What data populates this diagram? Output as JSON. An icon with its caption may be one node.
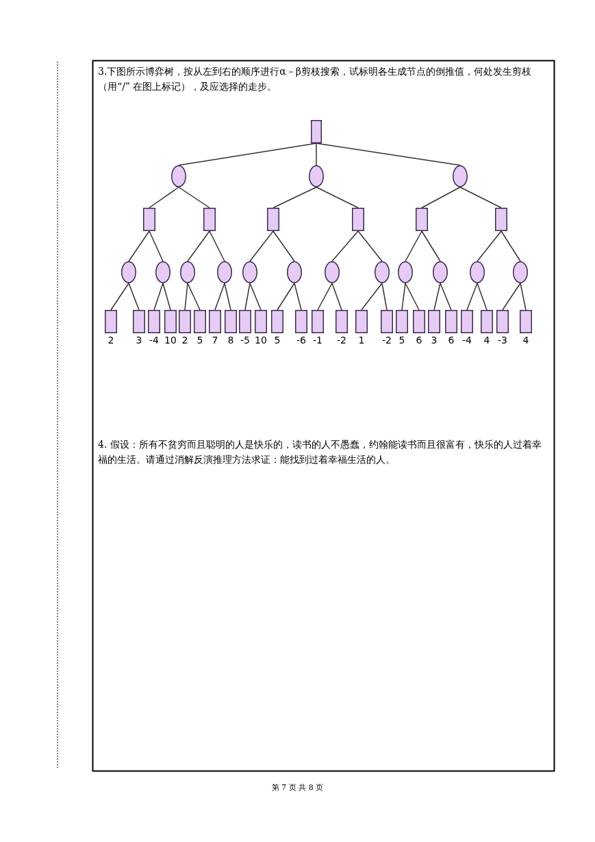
{
  "diagram": {
    "nodes": [
      {
        "text": [],
        "shape": "box"
      },
      {
        "text": [],
        "shape": "circle"
      },
      {
        "text": [],
        "shape": "circle"
      },
      {
        "text": [],
        "shape": "circle"
      },
      {
        "text": [],
        "shape": "box"
      },
      {
        "text": [],
        "shape": "box"
      },
      {
        "text": [],
        "shape": "box"
      },
      {
        "text": [],
        "shape": "box"
      },
      {
        "text": [],
        "shape": "box"
      },
      {
        "text": [],
        "shape": "box"
      },
      {
        "text": [],
        "shape": "circle"
      },
      {
        "text": [],
        "shape": "circle"
      },
      {
        "text": [],
        "shape": "circle"
      },
      {
        "text": [],
        "shape": "circle"
      },
      {
        "text": [],
        "shape": "circle"
      },
      {
        "text": [],
        "shape": "circle"
      },
      {
        "text": [],
        "shape": "circle"
      },
      {
        "text": [],
        "shape": "circle"
      },
      {
        "text": [],
        "shape": "circle"
      },
      {
        "text": [],
        "shape": "circle"
      },
      {
        "text": [],
        "shape": "circle"
      },
      {
        "text": [],
        "shape": "circle"
      },
      {
        "text": [],
        "shape": "box",
        "beside": [
          "2"
        ]
      },
      {
        "text": [],
        "shape": "box",
        "beside": [
          "3"
        ]
      },
      {
        "text": [],
        "shape": "box",
        "beside": [
          "-4"
        ]
      },
      {
        "text": [],
        "shape": "box",
        "beside": [
          "10"
        ]
      },
      {
        "text": [],
        "shape": "box",
        "beside": [
          "2"
        ]
      },
      {
        "text": [],
        "shape": "box",
        "beside": [
          "5"
        ]
      },
      {
        "text": [],
        "shape": "box",
        "beside": [
          "7"
        ]
      },
      {
        "text": [],
        "shape": "box",
        "beside": [
          "8"
        ]
      },
      {
        "text": [],
        "shape": "box",
        "beside": [
          "-5"
        ]
      },
      {
        "text": [],
        "shape": "box",
        "beside": [
          "10"
        ]
      },
      {
        "text": [],
        "shape": "box",
        "beside": [
          "5"
        ]
      },
      {
        "text": [],
        "shape": "box",
        "beside": [
          "-6"
        ]
      },
      {
        "text": [],
        "shape": "box",
        "beside": [
          "-1"
        ]
      },
      {
        "text": [],
        "shape": "box",
        "beside": [
          "-2"
        ]
      },
      {
        "text": [],
        "shape": "box",
        "beside": [
          "1"
        ]
      },
      {
        "text": [],
        "shape": "box",
        "beside": [
          "-2"
        ]
      },
      {
        "text": [],
        "shape": "box",
        "beside": [
          "5"
        ]
      },
      {
        "text": [],
        "shape": "box",
        "beside": [
          "6"
        ]
      },
      {
        "text": [],
        "shape": "box",
        "beside": [
          "3"
        ]
      },
      {
        "text": [],
        "shape": "box",
        "beside": [
          "6"
        ]
      },
      {
        "text": [],
        "shape": "box",
        "beside": [
          "-4"
        ]
      },
      {
        "text": [],
        "shape": "box",
        "beside": [
          "4"
        ]
      },
      {
        "text": [],
        "shape": "box",
        "beside": [
          "-3"
        ]
      },
      {
        "text": [],
        "shape": "box",
        "beside": [
          "4"
        ]
      }
    ],
    "edges": [
      {
        "from": 0,
        "to": 1,
        "arrow": "none"
      },
      {
        "from": 0,
        "to": 2,
        "arrow": "none"
      },
      {
        "from": 0,
        "to": 3,
        "arrow": "none"
      },
      {
        "from": 1,
        "to": 4,
        "arrow": "none"
      },
      {
        "from": 1,
        "to": 5,
        "arrow": "none"
      },
      {
        "from": 2,
        "to": 6,
        "arrow": "none"
      },
      {
        "from": 2,
        "to": 7,
        "arrow": "none"
      },
      {
        "from": 3,
        "to": 8,
        "arrow": "none"
      },
      {
        "from": 3,
        "to": 9,
        "arrow": "none"
      },
      {
        "from": 4,
        "to": 10,
        "arrow": "none"
      },
      {
        "from": 4,
        "to": 11,
        "arrow": "none"
      },
      {
        "from": 5,
        "to": 12,
        "arrow": "none"
      },
      {
        "from": 5,
        "to": 13,
        "arrow": "none"
      },
      {
        "from": 6,
        "to": 14,
        "arrow": "none"
      },
      {
        "from": 6,
        "to": 15,
        "arrow": "none"
      },
      {
        "from": 7,
        "to": 16,
        "arrow": "none"
      },
      {
        "from": 7,
        "to": 17,
        "arrow": "none"
      },
      {
        "from": 8,
        "to": 18,
        "arrow": "none"
      },
      {
        "from": 8,
        "to": 19,
        "arrow": "none"
      },
      {
        "from": 9,
        "to": 20,
        "arrow": "none"
      },
      {
        "from": 9,
        "to": 21,
        "arrow": "none"
      },
      {
        "from": 10,
        "to": 22,
        "arrow": "none"
      },
      {
        "from": 10,
        "to": 23,
        "arrow": "none"
      },
      {
        "from": 11,
        "to": 24,
        "arrow": "none"
      },
      {
        "from": 11,
        "to": 25,
        "arrow": "none"
      },
      {
        "from": 12,
        "to": 26,
        "arrow": "none"
      },
      {
        "from": 12,
        "to": 27,
        "arrow": "none"
      },
      {
        "from": 13,
        "to": 28,
        "arrow": "none"
      },
      {
        "from": 13,
        "to": 29,
        "arrow": "none"
      },
      {
        "from": 14,
        "to": 30,
        "arrow": "none"
      },
      {
        "from": 14,
        "to": 31,
        "arrow": "none"
      },
      {
        "from": 15,
        "to": 32,
        "arrow": "none"
      },
      {
        "from": 15,
        "to": 33,
        "arrow": "none"
      },
      {
        "from": 16,
        "to": 34,
        "arrow": "none"
      },
      {
        "from": 16,
        "to": 35,
        "arrow": "none"
      },
      {
        "from": 17,
        "to": 36,
        "arrow": "none"
      },
      {
        "from": 17,
        "to": 37,
        "arrow": "none"
      },
      {
        "from": 18,
        "to": 38,
        "arrow": "none"
      },
      {
        "from": 18,
        "to": 39,
        "arrow": "none"
      },
      {
        "from": 19,
        "to": 40,
        "arrow": "none"
      },
      {
        "from": 19,
        "to": 41,
        "arrow": "none"
      },
      {
        "from": 20,
        "to": 42,
        "arrow": "none"
      },
      {
        "from": 20,
        "to": 43,
        "arrow": "none"
      },
      {
        "from": 21,
        "to": 44,
        "arrow": "none"
      },
      {
        "from": 21,
        "to": 45,
        "arrow": "none"
      }
    ],
    "labels": [
      "3.下图所示博弈树，按从左到右的顺序进行α－β剪枝搜索，试标明各生成节点的倒推值，何处发生剪枝（用“/” 在图上标记），及应选择的走步。",
      "4. 假设：所有不贫穷而且聪明的人是快乐的，读书的人不愚蠢，约翰能读书而且很富有，快乐的人过着幸福的生活。请通过消解反演推理方法求证：能找到过着幸福生活的人。",
      "第 7 页 共 8 页"
    ]
  }
}
